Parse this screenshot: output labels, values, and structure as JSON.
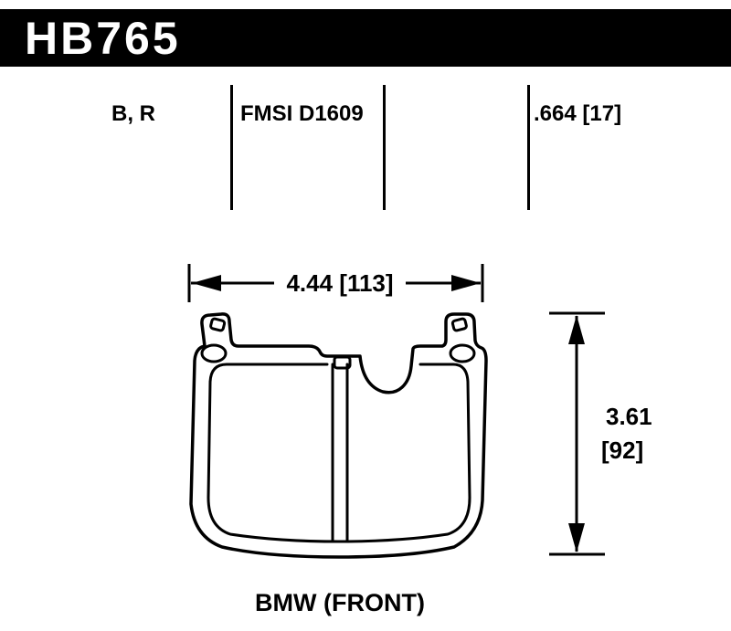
{
  "banner": {
    "part_number": "HB765"
  },
  "specs": {
    "compounds": "B, R",
    "fmsi": "FMSI D1609",
    "pad_thickness": ".664 [17]"
  },
  "dimensions": {
    "width": "4.44 [113]",
    "height_primary": "3.61",
    "height_secondary": "[92]"
  },
  "caption": "BMW (FRONT)",
  "colors": {
    "banner_bg": "#000000",
    "banner_text": "#ffffff",
    "ink": "#000000",
    "background": "#ffffff"
  }
}
